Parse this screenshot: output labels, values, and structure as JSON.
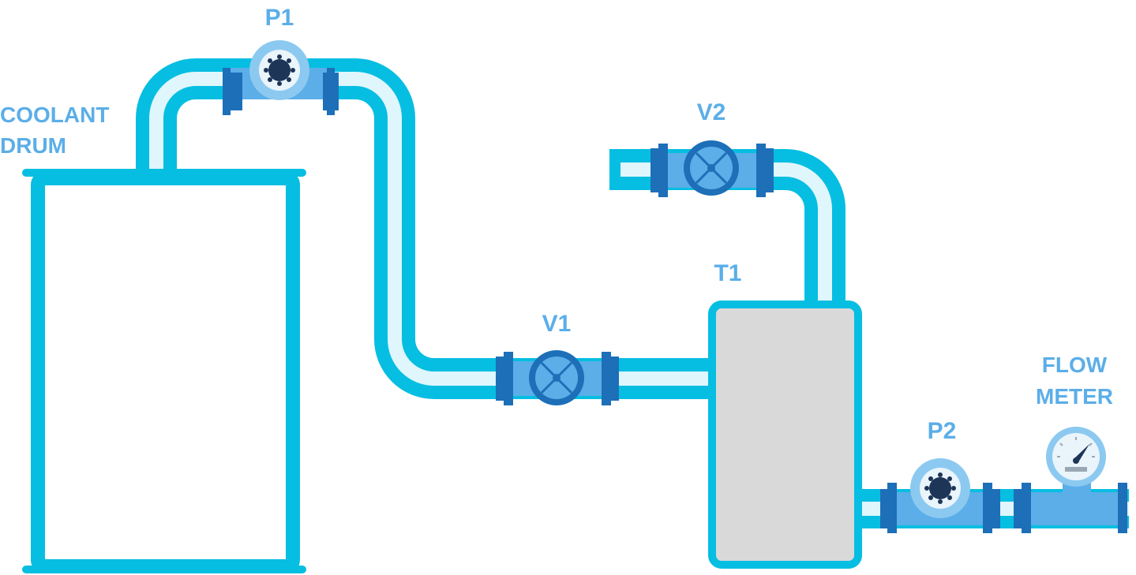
{
  "labels": {
    "drum_line1": "COOLANT",
    "drum_line2": "DRUM",
    "pump1": "P1",
    "pump2": "P2",
    "valve1": "V1",
    "valve2": "V2",
    "tank": "T1",
    "meter_line1": "FLOW",
    "meter_line2": "METER"
  },
  "colors": {
    "pipe_outline": "#06BEE1",
    "pipe_fill": "#DFF6FD",
    "fitting_body": "#5BAEE8",
    "flange": "#1D6FB8",
    "valve_handwheel": "#1D6FB8",
    "valve_center": "#5BAEE8",
    "pump_housing": "#8CC9F0",
    "impeller": "#1D3557",
    "tank_fill": "#D9D9D9",
    "label_text": "#5BAEE8",
    "gauge_face": "#EAF4FB",
    "gauge_needle": "#1D3557"
  },
  "components": [
    {
      "id": "drum",
      "type": "storage-drum"
    },
    {
      "id": "pump1",
      "type": "centrifugal-pump"
    },
    {
      "id": "valve1",
      "type": "gate-valve"
    },
    {
      "id": "tank",
      "type": "tank"
    },
    {
      "id": "valve2",
      "type": "gate-valve"
    },
    {
      "id": "pump2",
      "type": "centrifugal-pump"
    },
    {
      "id": "meter",
      "type": "flow-meter-gauge"
    }
  ]
}
